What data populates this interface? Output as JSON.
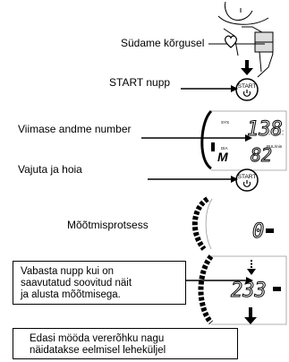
{
  "steps": {
    "heart_level": "Südame kõrgusel",
    "start_button": "START nupp",
    "last_record_number": "Viimase andme number",
    "press_and_hold": "Vajuta ja hoia",
    "measuring": "Mõõtmisprotsess",
    "release_note": [
      "Vabasta nupp kui on",
      "saavutatud soovitud näit",
      "ja alusta mõõtmisega."
    ],
    "continue_note": [
      "Edasi mööda vererõhku nagu",
      "näidatakse eelmisel leheküljel"
    ]
  },
  "button": {
    "label": "START"
  },
  "display_top": {
    "sys_label": "SYS",
    "dia_label": "DIA",
    "pul_label": "PUL/min",
    "memory_icon": "M",
    "sys_value": "138",
    "dia_value": "82"
  },
  "display_measuring": {
    "value": "0"
  },
  "display_inflate": {
    "value": "233"
  },
  "icons": [
    "person-arm-cuff",
    "heart-icon",
    "power-icon",
    "arrow-down-icon"
  ]
}
